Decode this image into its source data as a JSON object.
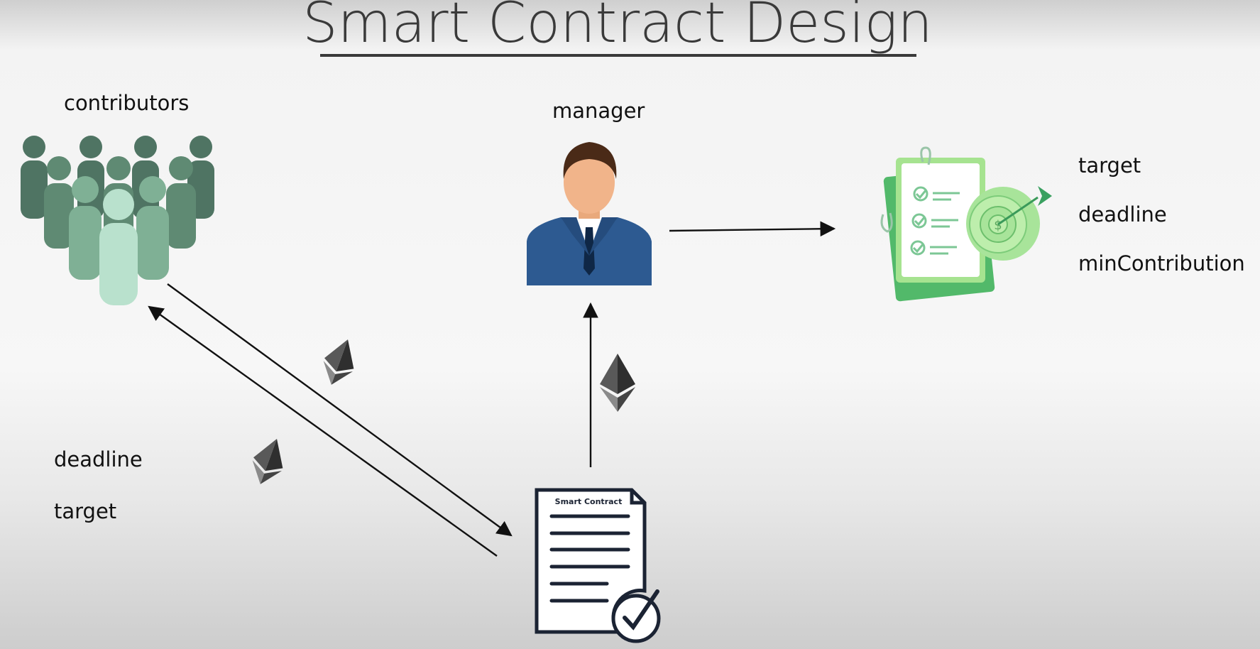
{
  "title": "Smart Contract Design",
  "labels": {
    "contributors": "contributors",
    "manager": "manager",
    "right_fields": [
      "target",
      "deadline",
      "minContribution"
    ],
    "left_fields": [
      "deadline",
      "target"
    ]
  },
  "contract_doc_heading": "Smart Contract",
  "icons": [
    "contributors-group-icon",
    "manager-icon",
    "campaign-document-icon",
    "smart-contract-icon",
    "ethereum-icon"
  ],
  "colors": {
    "title": "#3a3a3a",
    "arrow": "#111111",
    "crowd_dark": "#4f7463",
    "crowd_mid": "#6b9a81",
    "crowd_light": "#b9e1cd",
    "suit": "#2d5a91",
    "doc_green": "#65c87a",
    "target_green": "#a8e49a"
  }
}
